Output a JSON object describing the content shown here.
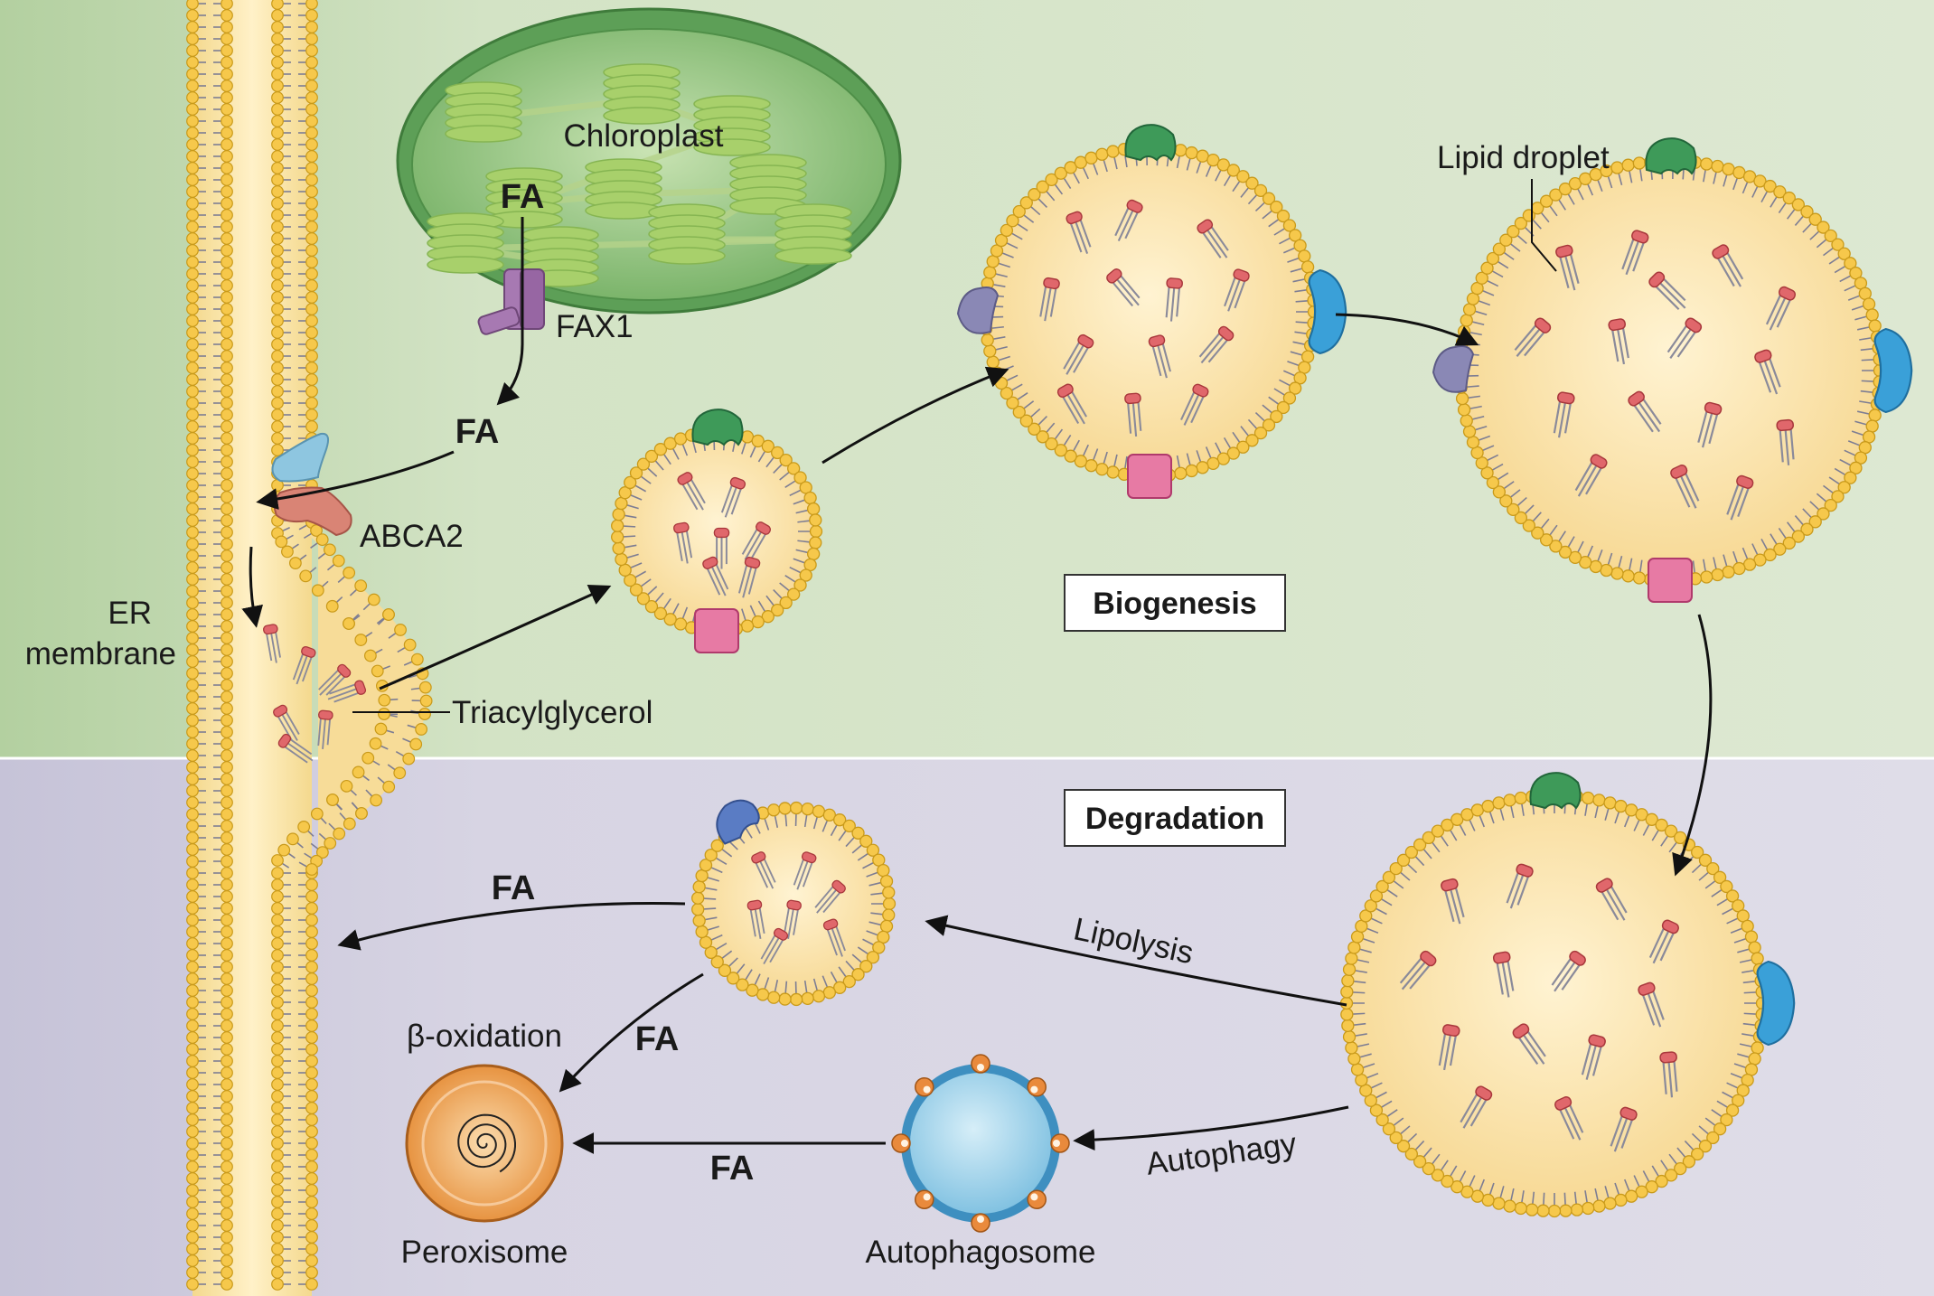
{
  "labels": {
    "chloroplast": "Chloroplast",
    "fax1": "FAX1",
    "abca2": "ABCA2",
    "er_membrane_line1": "ER",
    "er_membrane_line2": "membrane",
    "triacylglycerol": "Triacylglycerol",
    "lipid_droplet": "Lipid droplet",
    "biogenesis": "Biogenesis",
    "degradation": "Degradation",
    "lipolysis": "Lipolysis",
    "autophagy": "Autophagy",
    "beta_oxidation": "β-oxidation",
    "peroxisome": "Peroxisome",
    "autophagosome": "Autophagosome",
    "fa": "FA"
  },
  "colors": {
    "biogenesis_bg": "#dae6cf",
    "degradation_bg": "#dcdae6",
    "chloroplast": "#7cb867",
    "thylakoid": "#a8d06b",
    "phospholipid_head": "#f6c84b",
    "tag_head": "#e0676b",
    "droplet_core": "#fbe2a7",
    "protein_green": "#3e9a59",
    "protein_blue": "#3aa0d8",
    "protein_purple": "#8a88b5",
    "protein_pink": "#e77aa4",
    "fax1": "#9a6aa5",
    "abca2_blue": "#8ec6e0",
    "abca2_red": "#d98475",
    "peroxisome": "#e58c36",
    "autophagosome": "#9fd2ea"
  }
}
